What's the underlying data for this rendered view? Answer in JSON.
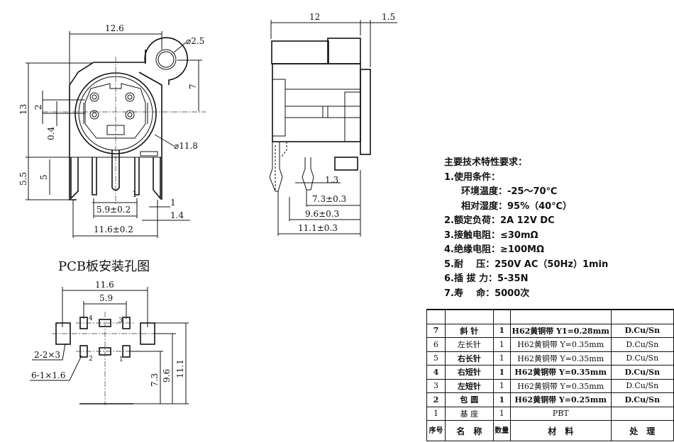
{
  "front_view": {
    "dims": {
      "width_top": "12.6",
      "mount_hole": "⌀2.5",
      "mount_offset": "7",
      "height": "13",
      "pin_pitch_v": "2",
      "pin_offset": "0.4",
      "body_dia": "⌀11.8",
      "leg_len_outer": "5.5",
      "leg_len_inner": "5",
      "pin_width": "1",
      "pin_pitch_h": "5.9±0.2",
      "tab_width": "1",
      "tab_width2": "1.4",
      "tab_pitch": "11.6±0.2"
    }
  },
  "side_view": {
    "dims": {
      "depth": "12",
      "flange": "1.5",
      "pin_width": "1.3",
      "row1": "7.3±0.3",
      "row2": "9.6±0.3",
      "row3": "11.1±0.3"
    }
  },
  "pcb_layout": {
    "title": "PCB板安装孔图",
    "dims": {
      "tab_pitch": "11.6",
      "pin_pitch": "5.9",
      "tab_hole": "2-2×3",
      "pin_hole": "6-1×1.6",
      "row1": "7.3",
      "row2": "9.6",
      "row3": "11.1"
    },
    "pin_labels": [
      "4",
      "3",
      "2",
      "1"
    ]
  },
  "specs": {
    "title": "主要技术特性要求：",
    "lines": [
      "1.使用条件：",
      "环境温度：-25～70℃",
      "相对湿度：95%（40℃）",
      "2.额定负荷：2A 12V DC",
      "3.接触电阻：≤30mΩ",
      "4.绝缘电阻：≥100MΩ",
      "5.耐    压：250V AC（50Hz）1min",
      "6.插 拔 力：5-35N",
      "7.寿    命：5000次"
    ]
  },
  "bom": {
    "header": [
      "序号",
      "名　称",
      "数量",
      "材　料",
      "处　理"
    ],
    "rows": [
      {
        "no": "7",
        "name": "斜 针",
        "qty": "1",
        "material": "H62黄铜带 Y1=0.28mm",
        "finish": "D.Cu/Sn",
        "bold": true
      },
      {
        "no": "6",
        "name": "左长针",
        "qty": "1",
        "material": "H62黄铜带 Y=0.35mm",
        "finish": "D.Cu/Sn",
        "bold": false
      },
      {
        "no": "5",
        "name": "右长针",
        "qty": "1",
        "material": "H62黄铜带 Y=0.35mm",
        "finish": "D.Cu/Sn",
        "bold": false
      },
      {
        "no": "4",
        "name": "右短针",
        "qty": "1",
        "material": "H62黄铜带 Y=0.35mm",
        "finish": "D.Cu/Sn",
        "bold": true
      },
      {
        "no": "3",
        "name": "左短针",
        "qty": "1",
        "material": "H62黄铜带 Y=0.35mm",
        "finish": "D.Cu/Sn",
        "bold": false
      },
      {
        "no": "2",
        "name": "包 圆",
        "qty": "1",
        "material": "H62黄铜带 Y=0.25mm",
        "finish": "D.Cu/Sn",
        "bold": true
      },
      {
        "no": "1",
        "name": "基 座",
        "qty": "1",
        "material": "PBT",
        "finish": "",
        "bold": false
      }
    ]
  }
}
